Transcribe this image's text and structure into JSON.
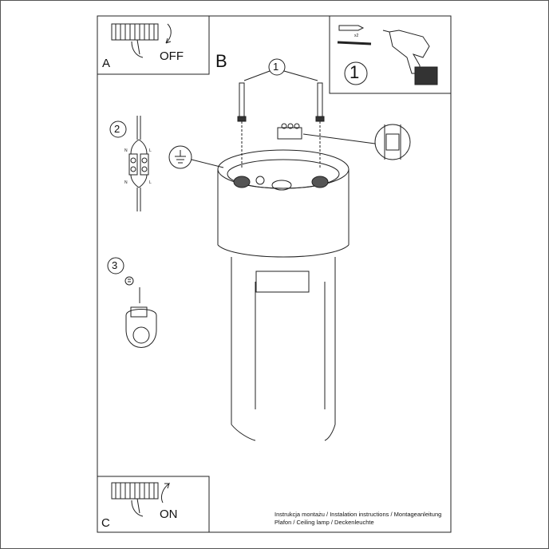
{
  "panel_a": {
    "letter": "A",
    "action": "OFF"
  },
  "panel_b": {
    "letter": "B"
  },
  "panel_c": {
    "letter": "C",
    "action": "ON"
  },
  "tools_panel": {
    "step": "1",
    "quantity": "x2"
  },
  "steps": {
    "screws": "1",
    "wiring": "2",
    "earth": "3"
  },
  "wiring_labels": {
    "n_top": "N",
    "l_top": "L",
    "n_bottom": "N",
    "l_bottom": "L"
  },
  "footer": {
    "line1": "Instrukcja montażu / Instalation instructions / Montageanleitung",
    "line2": "Plafon / Ceiling lamp / Deckenleuchte"
  }
}
